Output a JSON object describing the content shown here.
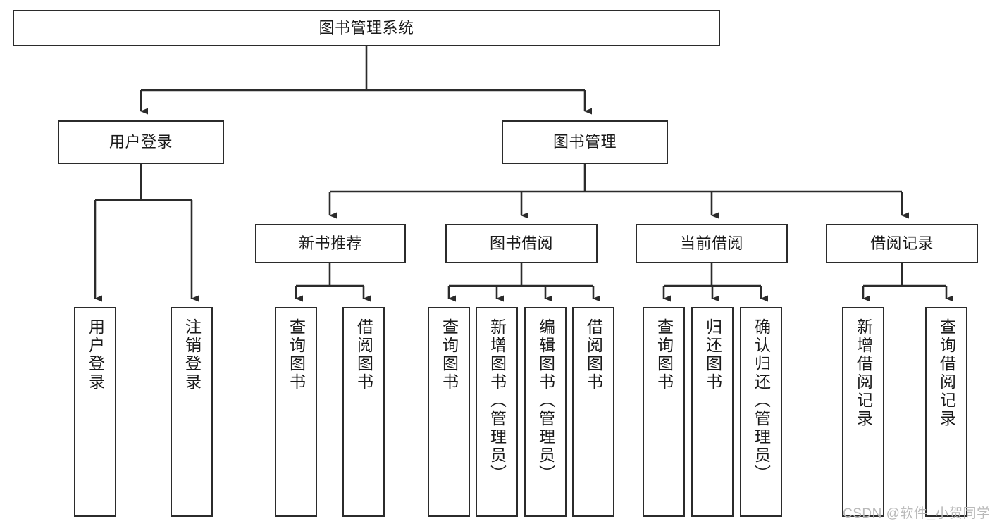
{
  "diagram": {
    "title": "图书管理系统",
    "watermark": "CSDN @软件_小贺同学",
    "colors": {
      "box_border": "#2b2b2b",
      "box_fill": "#ffffff",
      "edge": "#2b2b2b",
      "text": "#1a1a1a",
      "watermark": "#b9b9b9",
      "background": "#ffffff"
    },
    "nodes": {
      "root": {
        "label": "图书管理系统"
      },
      "level2": [
        {
          "id": "user-login",
          "label": "用户登录"
        },
        {
          "id": "book-manage",
          "label": "图书管理"
        }
      ],
      "level3": [
        {
          "id": "new-book-recommend",
          "label": "新书推荐"
        },
        {
          "id": "book-borrow",
          "label": "图书借阅"
        },
        {
          "id": "current-borrow",
          "label": "当前借阅"
        },
        {
          "id": "borrow-record",
          "label": "借阅记录"
        }
      ],
      "leaves": {
        "user-login": [
          {
            "id": "leaf-user-login",
            "label": "用户登录"
          },
          {
            "id": "leaf-logout",
            "label": "注销登录"
          }
        ],
        "new-book-recommend": [
          {
            "id": "leaf-query-book-1",
            "label": "查询图书"
          },
          {
            "id": "leaf-borrow-book-1",
            "label": "借阅图书"
          }
        ],
        "book-borrow": [
          {
            "id": "leaf-query-book-2",
            "label": "查询图书"
          },
          {
            "id": "leaf-add-book",
            "label": "新增图书（管理员）"
          },
          {
            "id": "leaf-edit-book",
            "label": "编辑图书（管理员）"
          },
          {
            "id": "leaf-borrow-book-2",
            "label": "借阅图书"
          }
        ],
        "current-borrow": [
          {
            "id": "leaf-query-book-3",
            "label": "查询图书"
          },
          {
            "id": "leaf-return-book",
            "label": "归还图书"
          },
          {
            "id": "leaf-confirm-return",
            "label": "确认归还（管理员）"
          }
        ],
        "borrow-record": [
          {
            "id": "leaf-add-record",
            "label": "新增借阅记录"
          },
          {
            "id": "leaf-query-record",
            "label": "查询借阅记录"
          }
        ]
      }
    }
  }
}
